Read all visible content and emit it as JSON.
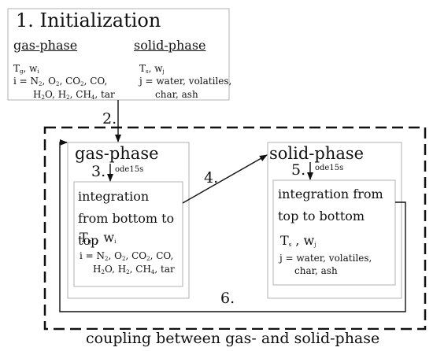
{
  "init": {
    "number": "1.",
    "title": "Initialization",
    "gas_heading": "gas-phase",
    "solid_heading": "solid-phase",
    "gas_vars": "Tg, wi",
    "gas_species": "i = N2, O2, CO2, CO, H2O, H2, CH4, tar",
    "solid_vars": "Ts, wj",
    "solid_species": "j = water, volatiles, char, ash"
  },
  "steps": {
    "step2": "2.",
    "step3": "3.",
    "step4": "4.",
    "step5": "5.",
    "step6": "6."
  },
  "solver": "ode15s",
  "gas_box": {
    "title": "gas-phase",
    "integration": "integration from bottom to top",
    "vars": "Tg , wi",
    "species": "i = N2, O2, CO2, CO, H2O, H2, CH4, tar"
  },
  "solid_box": {
    "title": "solid-phase",
    "integration": "integration from top to bottom",
    "vars": "Ts , wj",
    "species": "j = water, volatiles, char, ash"
  },
  "coupling_label": "coupling between gas- and solid-phase"
}
